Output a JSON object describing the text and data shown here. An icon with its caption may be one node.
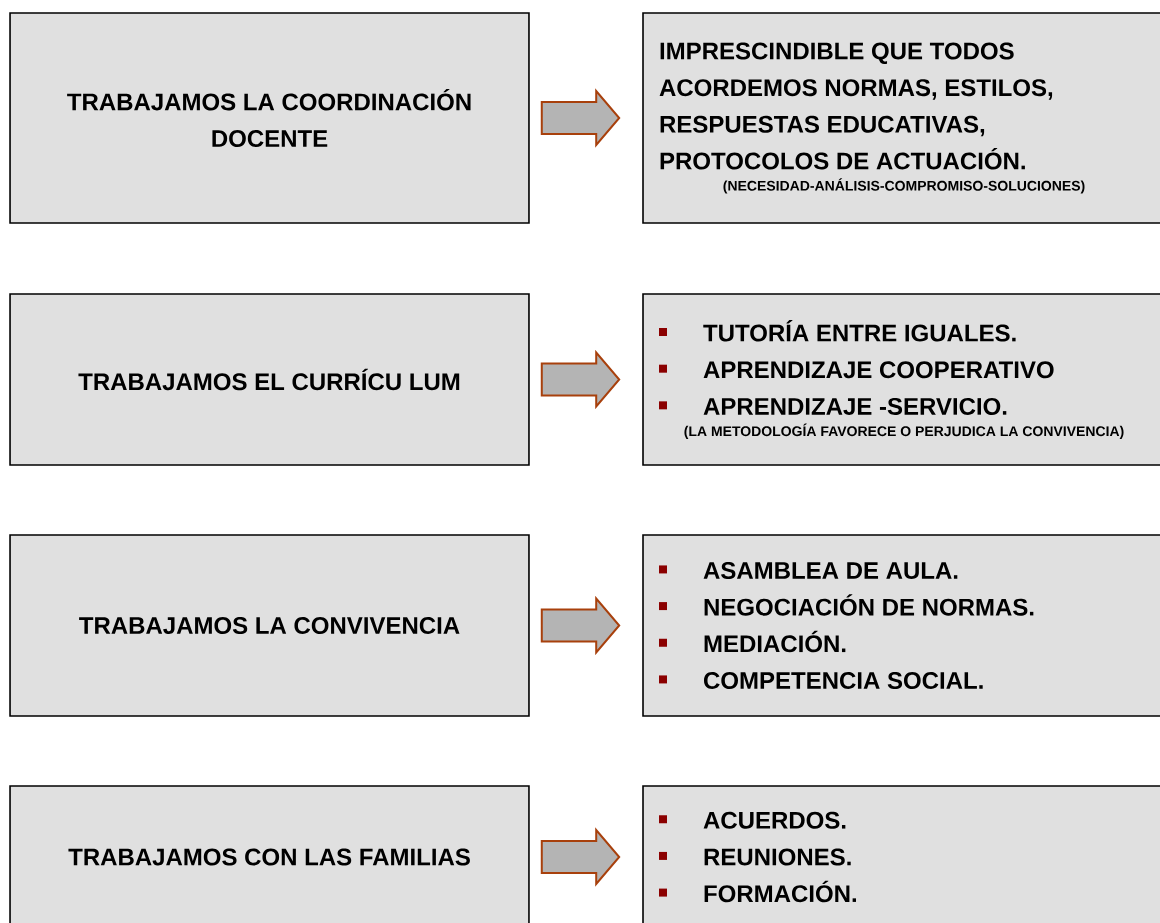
{
  "diagram": {
    "nodes": [
      {
        "text": [
          "TRABAJAMOS LA COORDINACIÓN DOCENTE"
        ]
      },
      {
        "text": [
          "IMPRESCINDIBLE QUE TODOS ACORDEMOS NORMAS, ESTILOS, RESPUESTAS EDUCATIVAS, PROTOCOLOS DE ACTUACIÓN.",
          "(NECESIDAD-ANÁLISIS-COMPROMISO-SOLUCIONES)"
        ]
      },
      {
        "text": [
          "TRABAJAMOS EL CURRÍCU LUM"
        ]
      },
      {
        "text": [
          "TUTORÍA ENTRE IGUALES.",
          "APRENDIZAJE COOPERATIVO",
          "APRENDIZAJE -SERVICIO.",
          "(LA METODOLOGÍA FAVORECE O PERJUDICA LA CONVIVENCIA)"
        ]
      },
      {
        "text": [
          "TRABAJAMOS LA CONVIVENCIA"
        ]
      },
      {
        "text": [
          "ASAMBLEA DE AULA.",
          "NEGOCIACIÓN DE NORMAS.",
          "MEDIACIÓN.",
          "COMPETENCIA SOCIAL."
        ]
      },
      {
        "text": [
          "TRABAJAMOS CON LAS FAMILIAS"
        ]
      },
      {
        "text": [
          "ACUERDOS.",
          "REUNIONES.",
          "FORMACIÓN."
        ]
      }
    ],
    "edges": [
      {
        "from": 0,
        "to": 1,
        "arrow": "to"
      },
      {
        "from": 2,
        "to": 3,
        "arrow": "to"
      },
      {
        "from": 4,
        "to": 5,
        "arrow": "to"
      },
      {
        "from": 6,
        "to": 7,
        "arrow": "to"
      }
    ]
  }
}
